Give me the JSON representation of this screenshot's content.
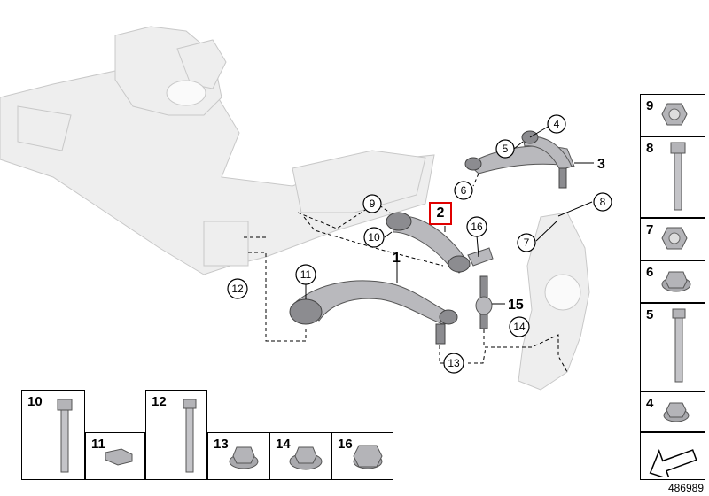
{
  "callouts": {
    "c4": "4",
    "c5": "5",
    "c6": "6",
    "c7": "7",
    "c8": "8",
    "c9": "9",
    "c10": "10",
    "c11": "11",
    "c12": "12",
    "c13": "13",
    "c14": "14",
    "c16": "16"
  },
  "labels": {
    "l1": "1",
    "l3": "3",
    "l15": "15"
  },
  "highlighted_part": "2",
  "right_column": {
    "r9": "9",
    "r8": "8",
    "r7": "7",
    "r6": "6",
    "r5": "5",
    "r4": "4"
  },
  "bottom_row": {
    "b10": "10",
    "b11": "11",
    "b12": "12",
    "b13": "13",
    "b14": "14",
    "b16": "16"
  },
  "reference_number": "486989",
  "colors": {
    "highlight": "#e00000"
  }
}
